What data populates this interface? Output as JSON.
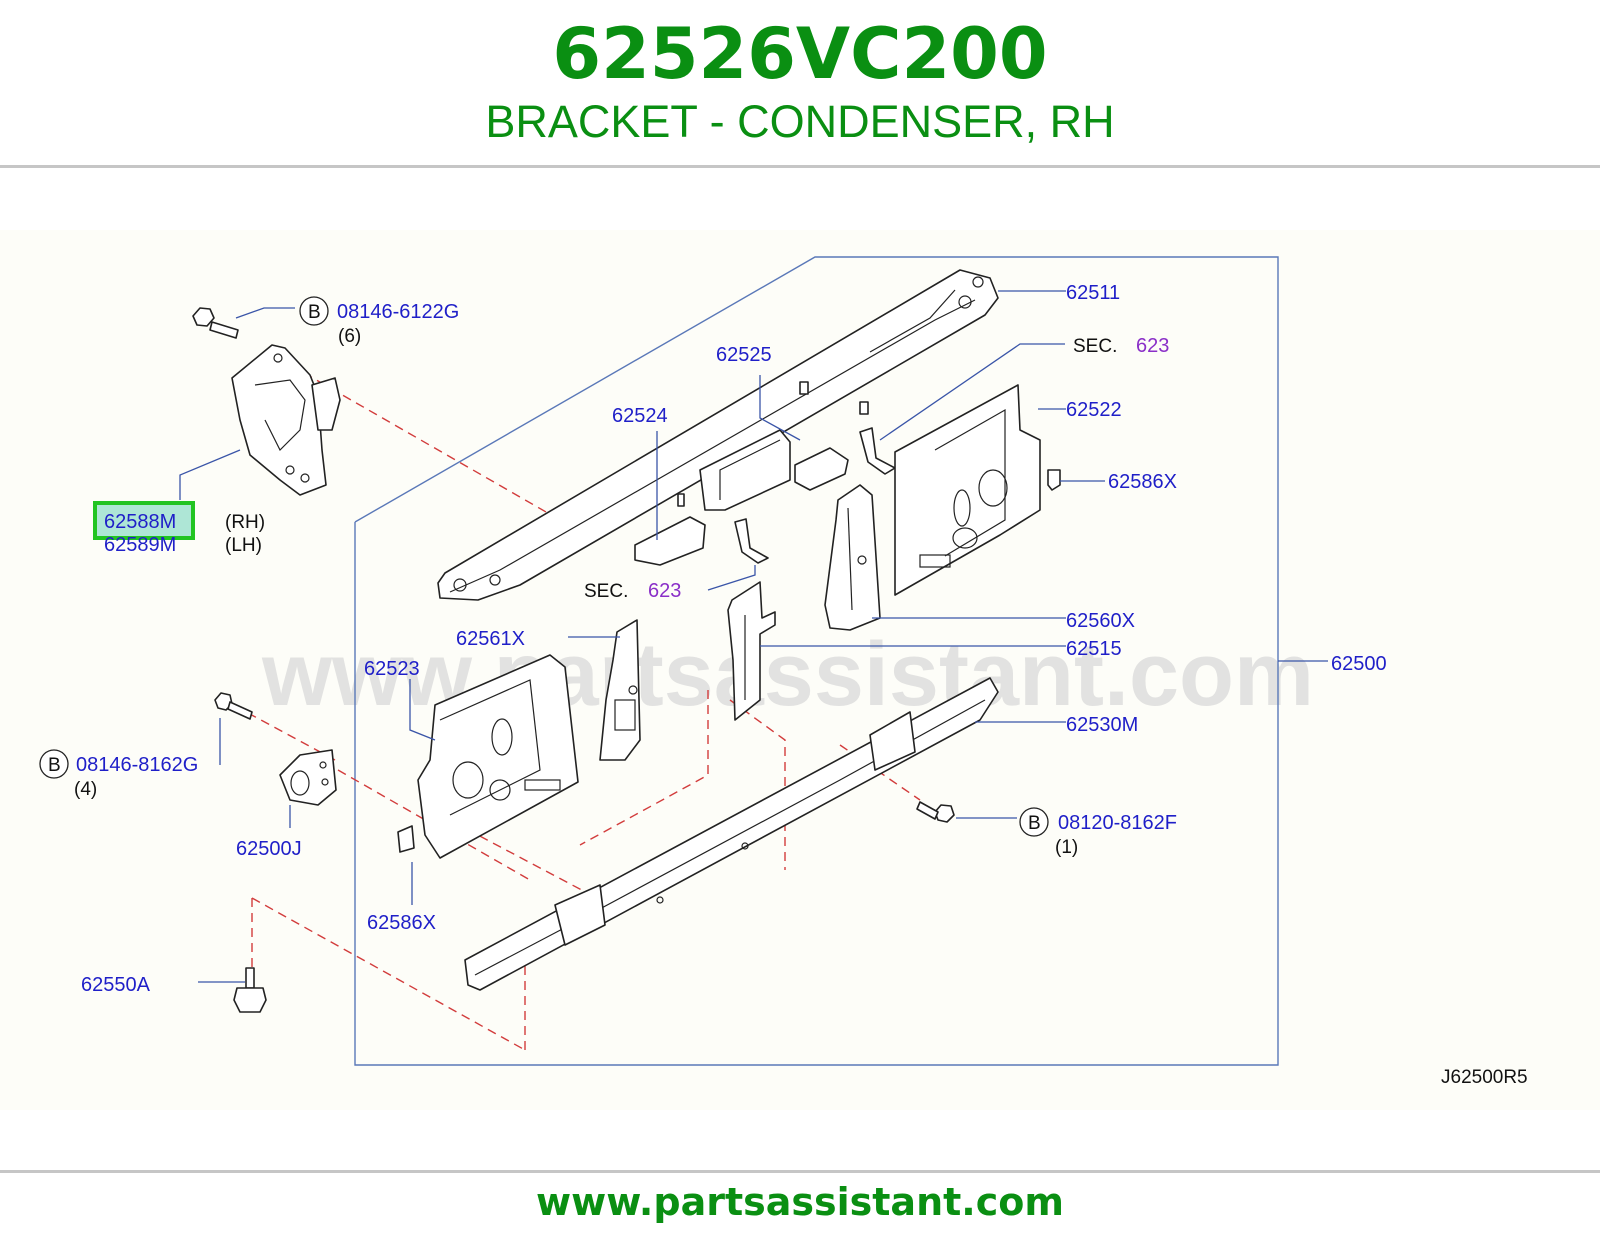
{
  "header": {
    "part_number": "62526VC200",
    "part_name": "BRACKET - CONDENSER, RH"
  },
  "diagram": {
    "watermark": "www.partsassistant.com",
    "diagram_code": "J62500R5",
    "labels": {
      "p62511": "62511",
      "sec1": "SEC.",
      "sec1_ref": "623",
      "p62525": "62525",
      "p62524": "62524",
      "p62522": "62522",
      "p62586x_r": "62586X",
      "sec2": "SEC.",
      "sec2_ref": "623",
      "p62561x": "62561X",
      "p62560x": "62560X",
      "p62515": "62515",
      "p62500": "62500",
      "p62523": "62523",
      "p62530m": "62530M",
      "bolt1_letter": "B",
      "bolt1_code": "08146-6122G",
      "bolt1_qty": "(6)",
      "highlighted_part": "62588M",
      "rh": "(RH)",
      "p62589m": "62589M",
      "lh": "(LH)",
      "bolt2_letter": "B",
      "bolt2_code": "08146-8162G",
      "bolt2_qty": "(4)",
      "p62500j": "62500J",
      "bolt3_letter": "B",
      "bolt3_code": "08120-8162F",
      "bolt3_qty": "(1)",
      "p62586x_l": "62586X",
      "p62550a": "62550A"
    }
  },
  "footer": {
    "url": "www.partsassistant.com"
  },
  "colors": {
    "brand_green": "#0a8f12",
    "label_blue": "#1f1fc8",
    "section_purple": "#8a2fc8",
    "highlight_box": "#22c422",
    "highlight_fill": "#aee6d6",
    "dash_red": "#d23c3c"
  }
}
